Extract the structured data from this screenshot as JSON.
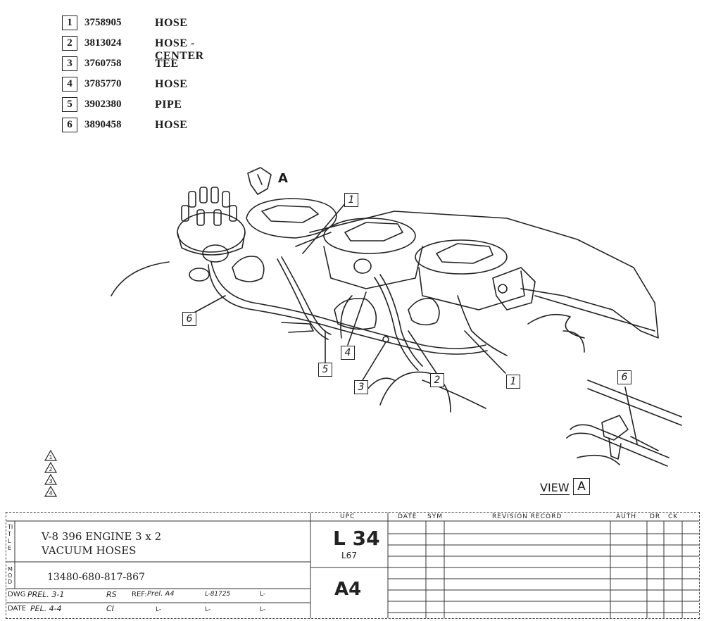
{
  "parts": [
    {
      "num": "1",
      "code": "3758905",
      "name": "HOSE"
    },
    {
      "num": "2",
      "code": "3813024",
      "name": "HOSE - CENTER"
    },
    {
      "num": "3",
      "code": "3760758",
      "name": "TEE"
    },
    {
      "num": "4",
      "code": "3785770",
      "name": "HOSE"
    },
    {
      "num": "5",
      "code": "3902380",
      "name": "PIPE"
    },
    {
      "num": "6",
      "code": "3890458",
      "name": "HOSE"
    }
  ],
  "callouts": {
    "c1a": "1",
    "c6": "6",
    "c4": "4",
    "c5": "5",
    "c3": "3",
    "c2": "2",
    "c1b": "1",
    "c6b": "6"
  },
  "view": {
    "arrow_label": "A",
    "text": "VIEW",
    "box": "A"
  },
  "revisions": [
    "1",
    "2",
    "3",
    "4"
  ],
  "title_block": {
    "title_side": "TITLE",
    "title_line1": "V-8 396 ENGINE 3 x 2",
    "title_line2": "VACUUM HOSES",
    "mod_side": "MOD",
    "mod": "13480-680-817-867",
    "dwg_label": "DWG",
    "dwg_value": "PREL. 3-1",
    "dwg_initials": "RS",
    "ref_label": "REF:",
    "ref_value": "Prel. A4",
    "ref_l1": "L-81725",
    "ref_l2": "L-",
    "date_label": "DATE",
    "date_value": "PEL. 4-4",
    "date_initials": "CI",
    "date_l1": "L-",
    "date_l2": "L-",
    "date_l3": "L-",
    "upc_header": "UPC",
    "upc_main": "L 34",
    "upc_sub": "L67",
    "upc_group": "A4",
    "hdr_date": "DATE",
    "hdr_sym": "SYM",
    "hdr_revision": "REVISION RECORD",
    "hdr_auth": "AUTH",
    "hdr_dr": "DR",
    "hdr_ck": "CK"
  }
}
